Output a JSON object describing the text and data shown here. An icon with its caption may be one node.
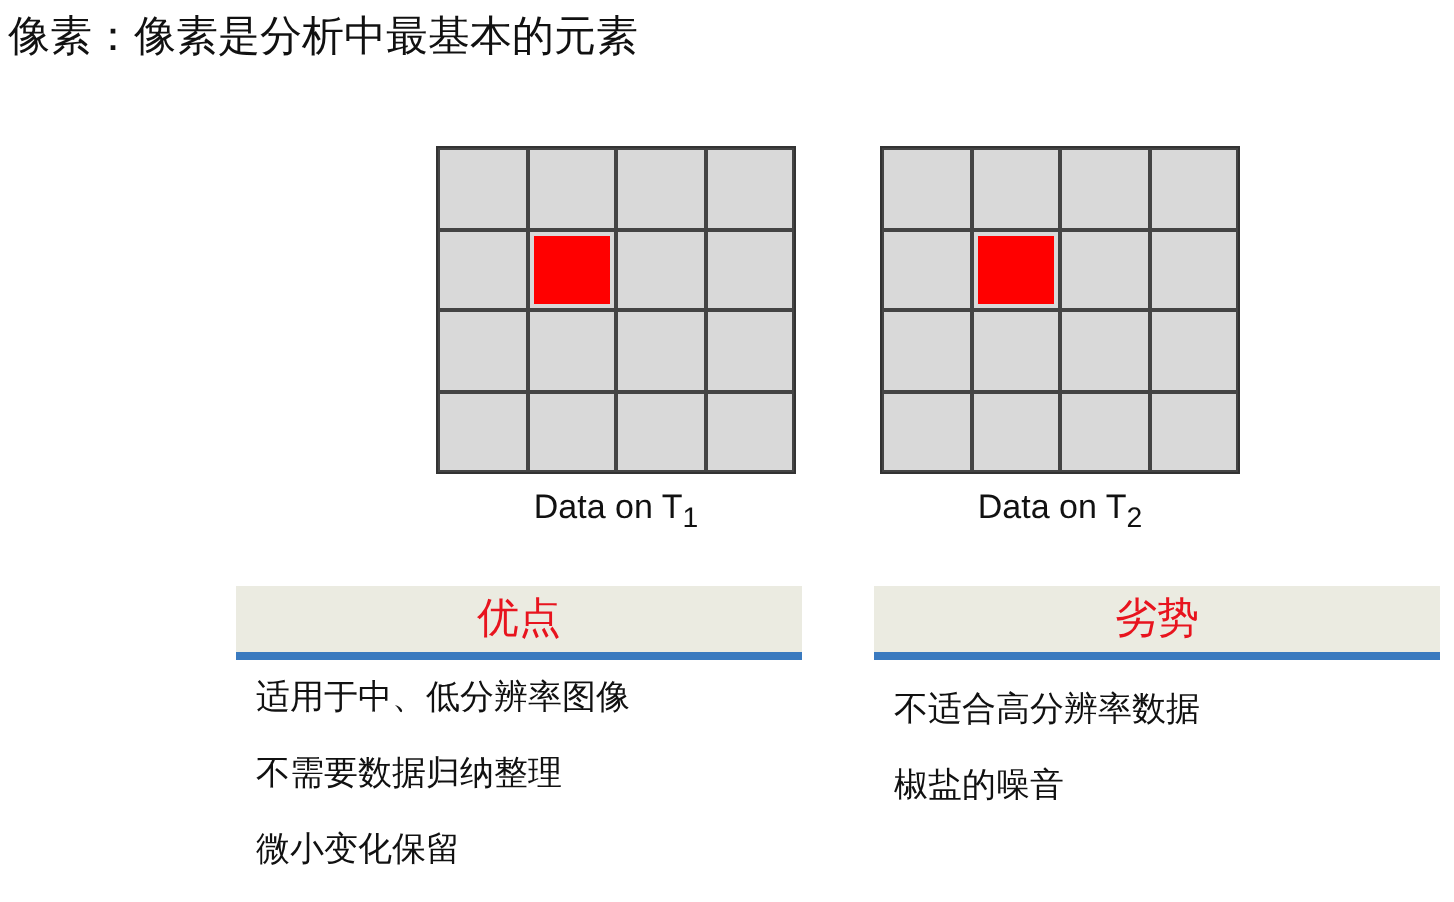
{
  "diagram": {
    "title": "像素：像素是分析中最基本的元素",
    "nodes": [
      {
        "text": [
          "优点",
          "适用于中、低分辨率图像",
          "不需要数据归纳整理",
          "微小变化保留"
        ]
      },
      {
        "text": [
          "劣势",
          "不适合高分辨率数据",
          "椒盐的噪音"
        ]
      }
    ],
    "edges": [],
    "labels": [
      "Data on T$_{1}$",
      "Data on T$_{2}$"
    ]
  }
}
